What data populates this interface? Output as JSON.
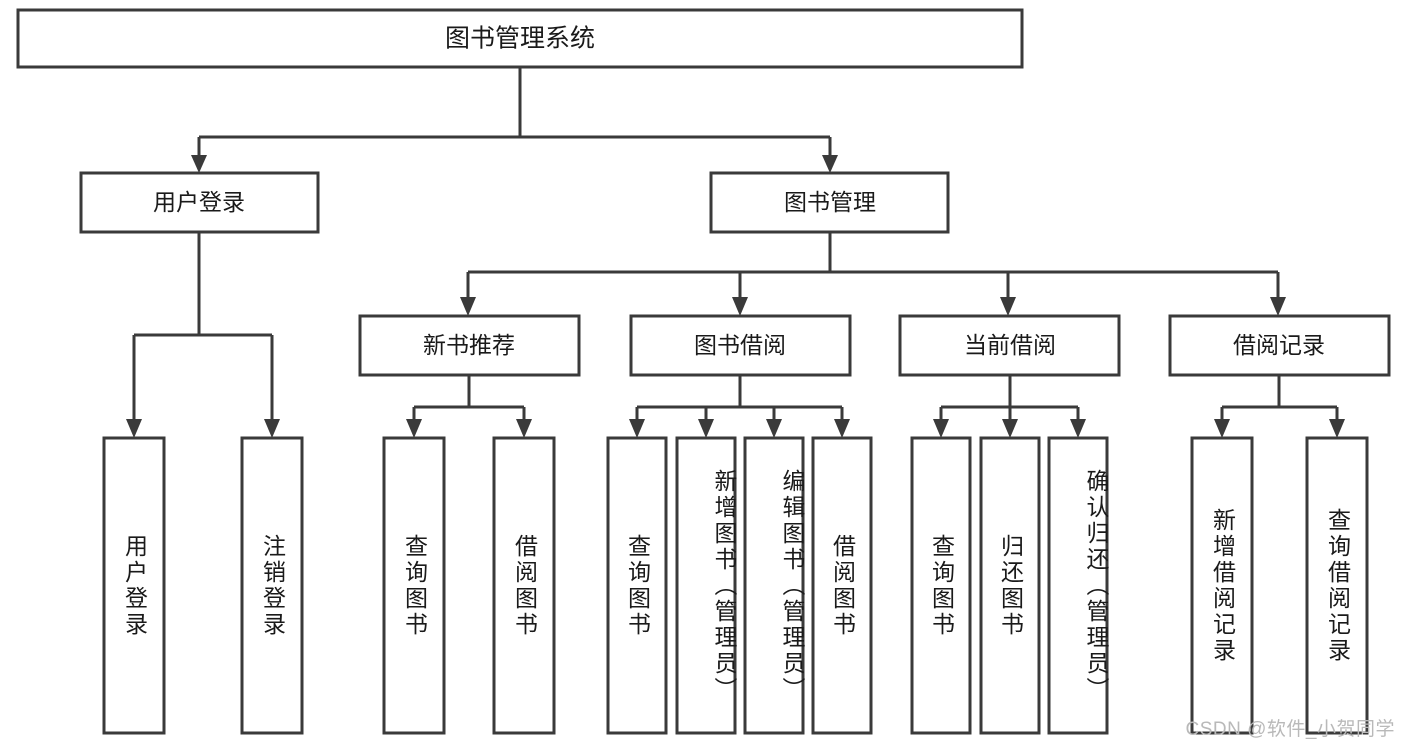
{
  "diagram": {
    "type": "tree",
    "title": "图书管理系统",
    "orientation": "top-down",
    "root": {
      "label": "图书管理系统",
      "level": 0
    },
    "level1": [
      {
        "label": "用户登录"
      },
      {
        "label": "图书管理"
      }
    ],
    "level2": [
      {
        "label": "新书推荐"
      },
      {
        "label": "图书借阅"
      },
      {
        "label": "当前借阅"
      },
      {
        "label": "借阅记录"
      }
    ],
    "leaves": {
      "user_login": [
        {
          "label": "用户登录"
        },
        {
          "label": "注销登录"
        }
      ],
      "new_book_recommend": [
        {
          "label": "查询图书"
        },
        {
          "label": "借阅图书"
        }
      ],
      "book_borrow": [
        {
          "label": "查询图书"
        },
        {
          "label": "新增图书（管理员）"
        },
        {
          "label": "编辑图书（管理员）"
        },
        {
          "label": "借阅图书"
        }
      ],
      "current_borrow": [
        {
          "label": "查询图书"
        },
        {
          "label": "归还图书"
        },
        {
          "label": "确认归还（管理员）"
        }
      ],
      "borrow_record": [
        {
          "label": "新增借阅记录"
        },
        {
          "label": "查询借阅记录"
        }
      ]
    }
  },
  "colors": {
    "box_stroke": "#3a3a3a",
    "box_fill": "#ffffff",
    "text": "#1a1a1a",
    "watermark": "#b9b9b9",
    "background": "#ffffff"
  },
  "watermark": {
    "text": "CSDN @软件_小贺同学"
  }
}
